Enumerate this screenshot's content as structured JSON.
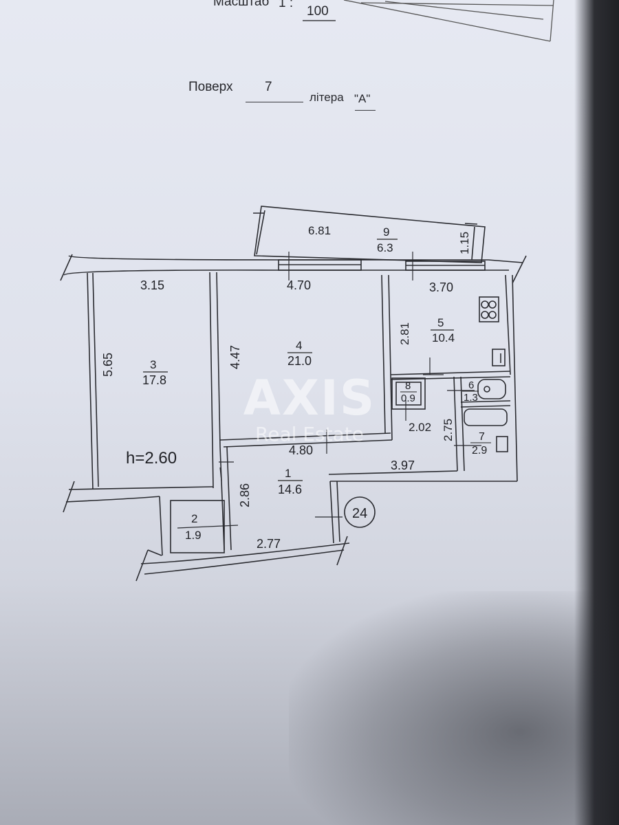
{
  "header": {
    "scale_label": "Масштаб",
    "scale_value": "1 :",
    "scale_number": "100",
    "floor_label": "Поверх",
    "floor_value": "7",
    "letter_label": "літера",
    "letter_value": "\"A\""
  },
  "plan": {
    "balcony_number": "9",
    "balcony_area": "6.3",
    "balcony_length": "6.81",
    "balcony_depth": "1.15",
    "room1_number": "1",
    "room1_area": "14.6",
    "room2_number": "2",
    "room2_area": "1.9",
    "room3_number": "3",
    "room3_area": "17.8",
    "room4_number": "4",
    "room4_area": "21.0",
    "room5_number": "5",
    "room5_area": "10.4",
    "room6_number": "6",
    "room6_area": "1.3",
    "room7_number": "7",
    "room7_area": "2.9",
    "room8_number": "8",
    "room8_area": "0.9",
    "dim_315": "3.15",
    "dim_470": "4.70",
    "dim_370": "3.70",
    "dim_565": "5.65",
    "dim_447": "4.47",
    "dim_281": "2.81",
    "dim_202": "2.02",
    "dim_275": "2.75",
    "dim_480": "4.80",
    "dim_397": "3.97",
    "dim_286": "2.86",
    "dim_277": "2.77",
    "ceiling_height": "h=2.60",
    "apartment_number": "24"
  },
  "watermark": {
    "brand": "AXIS",
    "sub": "Real Estate"
  }
}
